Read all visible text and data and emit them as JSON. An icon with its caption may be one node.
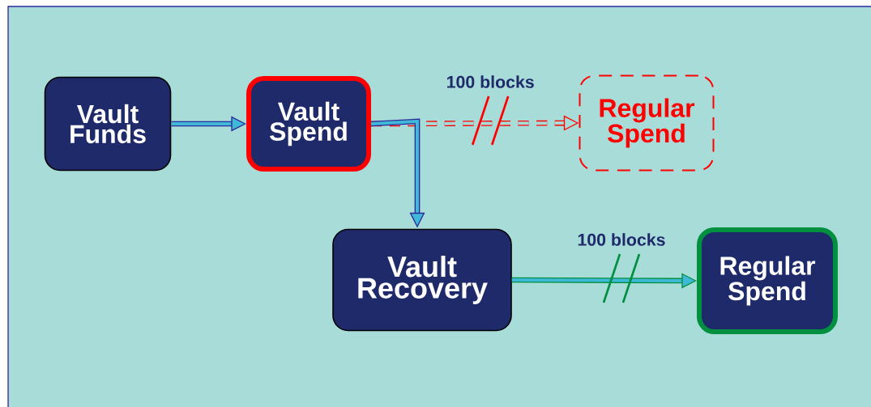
{
  "diagram": {
    "nodes": [
      {
        "text": [
          "Vault Funds"
        ]
      },
      {
        "text": [
          "Vault Spend"
        ]
      },
      {
        "text": [
          "Regular Spend"
        ]
      },
      {
        "text": [
          "Vault Recovery"
        ]
      },
      {
        "text": [
          "Regular Spend"
        ]
      }
    ],
    "edges": [
      {
        "from": 0,
        "to": 1,
        "arrow": "to"
      },
      {
        "from": 1,
        "to": 2,
        "arrow": "to",
        "label": "100 blocks",
        "style": "dashed",
        "color": "#ff0000"
      },
      {
        "from": 1,
        "to": 3,
        "arrow": "to"
      },
      {
        "from": 3,
        "to": 4,
        "arrow": "to",
        "label": "100 blocks",
        "color": "#009040"
      }
    ]
  }
}
